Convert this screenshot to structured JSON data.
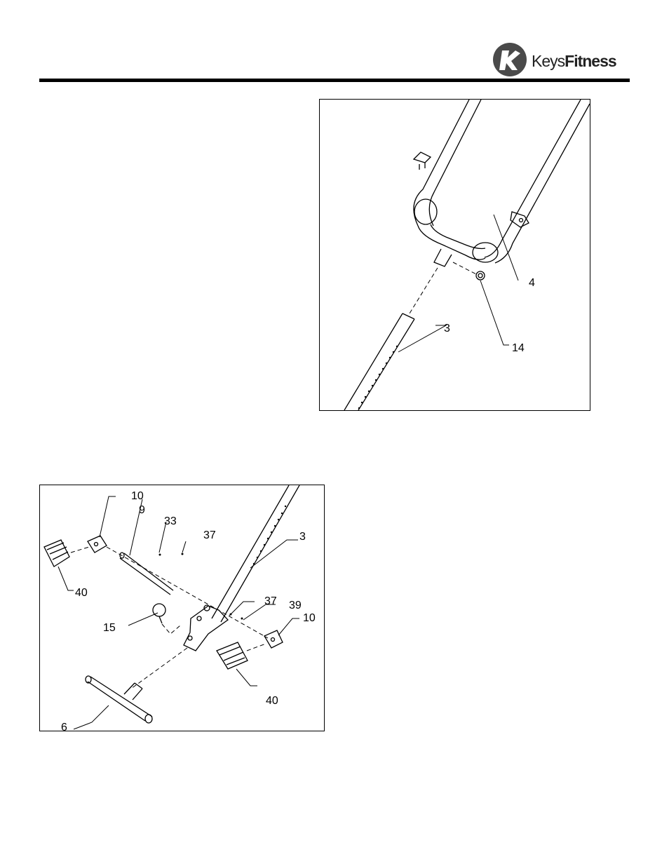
{
  "brand": {
    "name_part1": "Keys",
    "name_part2": "Fitness",
    "logo_icon": "keys-fitness-logo-icon"
  },
  "figure_top": {
    "callouts": {
      "c4": "4",
      "c14": "14",
      "c3": "3"
    }
  },
  "figure_bottom": {
    "callouts": {
      "c10a": "10",
      "c9": "9",
      "c33": "33",
      "c37a": "37",
      "c3": "3",
      "c40a": "40",
      "c15": "15",
      "c37b": "37",
      "c39": "39",
      "c10b": "10",
      "c40b": "40",
      "c6": "6"
    }
  }
}
